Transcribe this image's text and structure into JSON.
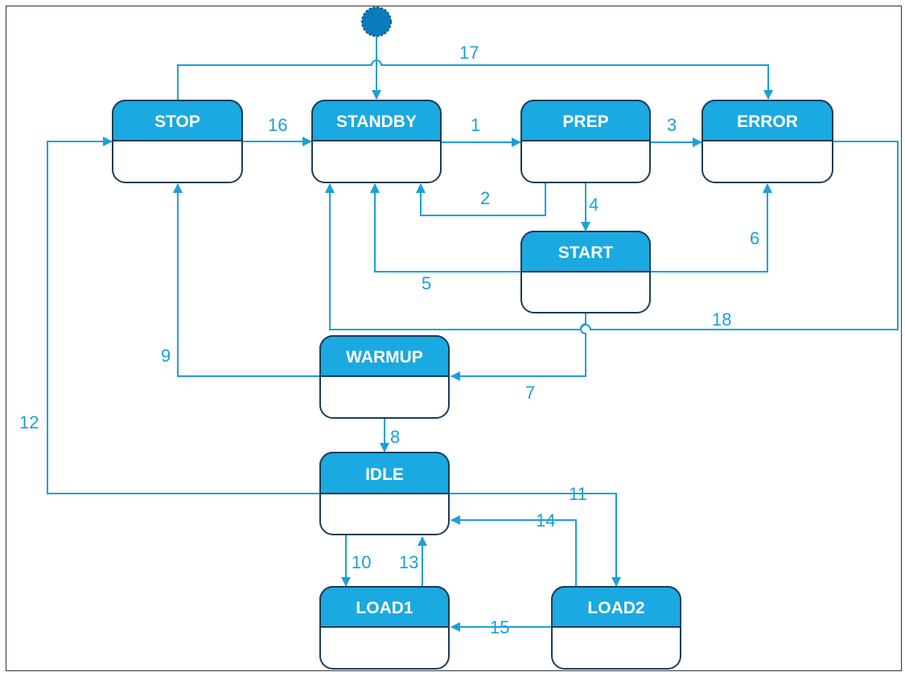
{
  "colors": {
    "header": "#1ba9e1",
    "edge": "#1aa0d8",
    "border": "#1c3d57",
    "initial": "#0a7bbd"
  },
  "states": [
    {
      "id": "stop",
      "name": "STOP"
    },
    {
      "id": "standby",
      "name": "STANDBY"
    },
    {
      "id": "prep",
      "name": "PREP"
    },
    {
      "id": "error",
      "name": "ERROR"
    },
    {
      "id": "start",
      "name": "START"
    },
    {
      "id": "warmup",
      "name": "WARMUP"
    },
    {
      "id": "idle",
      "name": "IDLE"
    },
    {
      "id": "load1",
      "name": "LOAD1"
    },
    {
      "id": "load2",
      "name": "LOAD2"
    }
  ],
  "initial_state": "standby",
  "transitions": [
    {
      "label": "1",
      "from": "standby",
      "to": "prep"
    },
    {
      "label": "2",
      "from": "prep",
      "to": "standby"
    },
    {
      "label": "3",
      "from": "prep",
      "to": "error"
    },
    {
      "label": "4",
      "from": "prep",
      "to": "start"
    },
    {
      "label": "5",
      "from": "start",
      "to": "standby"
    },
    {
      "label": "6",
      "from": "start",
      "to": "error"
    },
    {
      "label": "7",
      "from": "start",
      "to": "warmup"
    },
    {
      "label": "8",
      "from": "warmup",
      "to": "idle"
    },
    {
      "label": "9",
      "from": "warmup",
      "to": "stop"
    },
    {
      "label": "10",
      "from": "idle",
      "to": "load1"
    },
    {
      "label": "11",
      "from": "idle",
      "to": "load2"
    },
    {
      "label": "12",
      "from": "idle",
      "to": "stop"
    },
    {
      "label": "13",
      "from": "load1",
      "to": "idle"
    },
    {
      "label": "14",
      "from": "load2",
      "to": "idle"
    },
    {
      "label": "15",
      "from": "load2",
      "to": "load1"
    },
    {
      "label": "16",
      "from": "stop",
      "to": "standby"
    },
    {
      "label": "17",
      "from": "stop",
      "to": "error"
    },
    {
      "label": "18",
      "from": "error",
      "to": "standby"
    }
  ]
}
